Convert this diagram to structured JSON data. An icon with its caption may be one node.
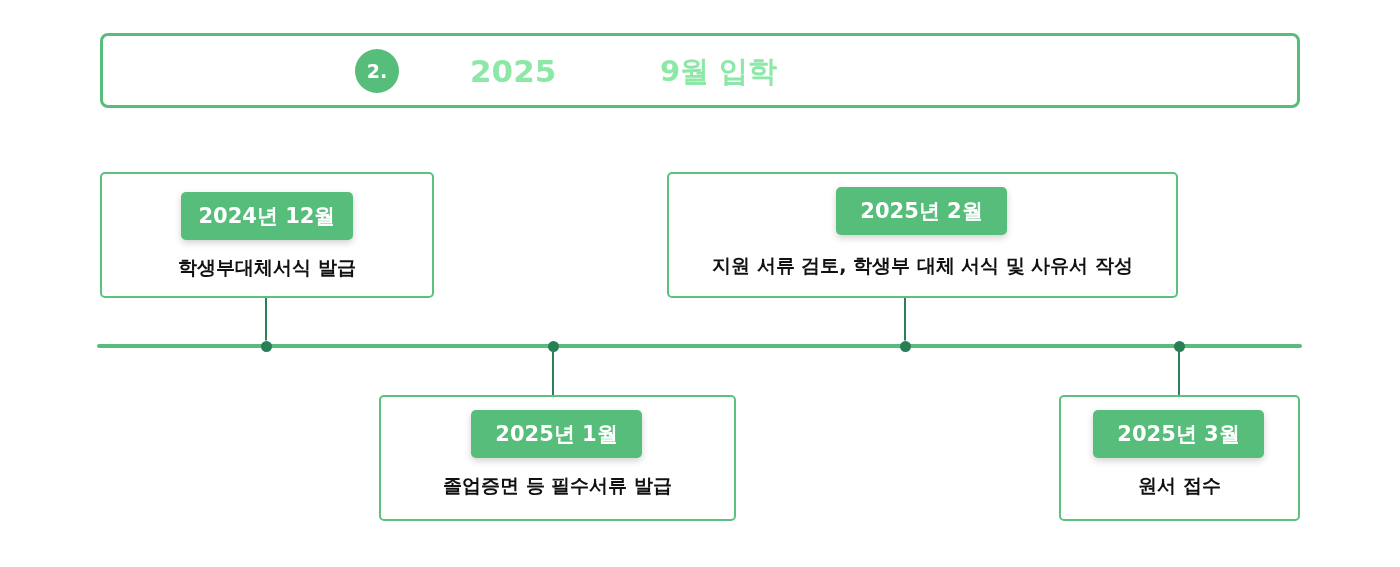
{
  "diagram": {
    "nodes": [
      {
        "text": [
          "2025",
          "9월 입학"
        ]
      },
      {
        "text": [
          "2."
        ],
        "in": 0
      },
      {
        "text": [
          "학생부대체서식 발급"
        ]
      },
      {
        "text": [
          "2024년 12월"
        ],
        "in": 2
      },
      {
        "text": [
          "졸업증면 등 필수서류 발급"
        ]
      },
      {
        "text": [
          "2025년 1월"
        ],
        "in": 4
      },
      {
        "text": [
          "지원 서류 검토, 학생부 대체 서식 및 사유서 작성"
        ]
      },
      {
        "text": [
          "2025년 2월"
        ],
        "in": 6
      },
      {
        "text": [
          "원서 접수"
        ]
      },
      {
        "text": [
          "2025년 3월"
        ],
        "in": 8
      },
      {
        "text": [],
        "shape": "circle"
      },
      {
        "text": [],
        "shape": "circle"
      },
      {
        "text": [],
        "shape": "circle"
      },
      {
        "text": [],
        "shape": "circle"
      }
    ],
    "edges": [
      {
        "from": 2,
        "to": 10,
        "arrow": "none"
      },
      {
        "from": 4,
        "to": 11,
        "arrow": "none"
      },
      {
        "from": 6,
        "to": 12,
        "arrow": "none"
      },
      {
        "from": 8,
        "to": 13,
        "arrow": "none"
      }
    ]
  }
}
